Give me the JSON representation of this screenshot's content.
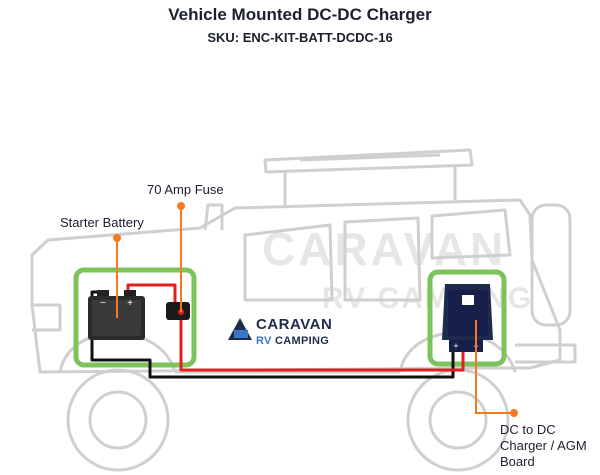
{
  "header": {
    "title": "Vehicle Mounted DC-DC Charger",
    "sku": "SKU: ENC-KIT-BATT-DCDC-16"
  },
  "labels": {
    "fuse": "70 Amp Fuse",
    "starter_battery": "Starter Battery",
    "charger": "DC to DC Charger / AGM Board"
  },
  "battery_terminals": {
    "negative": "−",
    "positive": "+"
  },
  "charger_terminals": {
    "positive": "+",
    "negative": "−"
  },
  "logo": {
    "main": "CARAVAN",
    "sub_rv": "RV",
    "sub_rest": "CAMPING"
  },
  "watermark": {
    "line1": "CARAVAN",
    "line2": "RV CAMPING"
  },
  "colors": {
    "highlight_box": "#7cc35b",
    "leader_line": "#f47a20",
    "positive_wire": "#e02020",
    "negative_wire": "#111111",
    "vehicle_outline": "#cfcfcf",
    "text": "#1b1f2e"
  }
}
